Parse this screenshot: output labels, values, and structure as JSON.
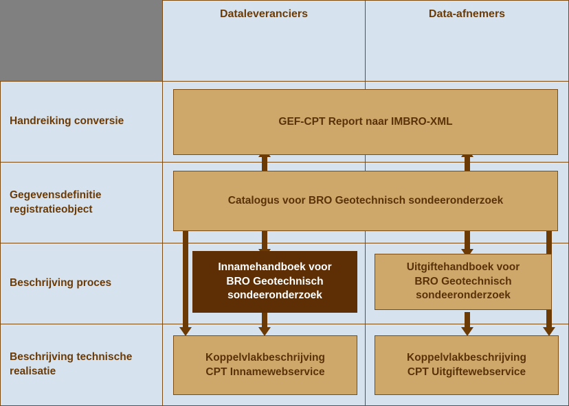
{
  "diagram": {
    "title": "BRO Geotechnisch sondeeronderzoek documentatiestructuur",
    "colors": {
      "background": "#d6e3ef",
      "box_fill": "#cea86a",
      "box_highlight_fill": "#5e2f04",
      "border": "#7a4a10",
      "text": "#5a3209",
      "text_highlight": "#ffffff",
      "corner_cell": "#808080"
    },
    "corner_cell": {
      "label": ""
    },
    "columns": [
      {
        "id": "dataleveranciers",
        "label": "Dataleveranciers"
      },
      {
        "id": "data-afnemers",
        "label": "Data-afnemers"
      }
    ],
    "rows": [
      {
        "id": "handreiking-conversie",
        "label": "Handreiking conversie"
      },
      {
        "id": "gegevensdefinitie-registratieobject",
        "label": "Gegevensdefinitie registratieobject"
      },
      {
        "id": "beschrijving-proces",
        "label": "Beschrijving proces"
      },
      {
        "id": "beschrijving-technische-realisatie",
        "label": "Beschrijving technische realisatie"
      }
    ],
    "boxes": [
      {
        "id": "gef-cpt-report",
        "row": "handreiking-conversie",
        "span": "both",
        "highlight": false,
        "lines": [
          "GEF-CPT Report naar IMBRO-XML"
        ]
      },
      {
        "id": "catalogus",
        "row": "gegevensdefinitie-registratieobject",
        "span": "both",
        "highlight": false,
        "lines": [
          "Catalogus voor BRO Geotechnisch sondeeronderzoek"
        ]
      },
      {
        "id": "innamehandboek",
        "row": "beschrijving-proces",
        "span": "dataleveranciers",
        "highlight": true,
        "lines": [
          "Innamehandboek voor",
          "BRO Geotechnisch",
          "sondeeronderzoek"
        ]
      },
      {
        "id": "uitgiftehandboek",
        "row": "beschrijving-proces",
        "span": "data-afnemers",
        "highlight": false,
        "lines": [
          "Uitgiftehandboek voor",
          "BRO Geotechnisch",
          "sondeeronderzoek"
        ]
      },
      {
        "id": "koppelvlak-inname",
        "row": "beschrijving-technische-realisatie",
        "span": "dataleveranciers",
        "highlight": false,
        "lines": [
          "Koppelvlakbeschrijving",
          "CPT Innamewebservice"
        ]
      },
      {
        "id": "koppelvlak-uitgifte",
        "row": "beschrijving-technische-realisatie",
        "span": "data-afnemers",
        "highlight": false,
        "lines": [
          "Koppelvlakbeschrijving",
          "CPT Uitgiftewebservice"
        ]
      }
    ],
    "connectors": [
      {
        "id": "catalogus-to-gef-left",
        "from": "catalogus",
        "to": "gef-cpt-report",
        "direction": "up"
      },
      {
        "id": "catalogus-to-gef-right",
        "from": "catalogus",
        "to": "gef-cpt-report",
        "direction": "up"
      },
      {
        "id": "catalogus-to-innamehandboek",
        "from": "catalogus",
        "to": "innamehandboek",
        "direction": "down"
      },
      {
        "id": "catalogus-to-uitgiftehandboek",
        "from": "catalogus",
        "to": "uitgiftehandboek",
        "direction": "down"
      },
      {
        "id": "catalogus-to-koppelvlak-inname",
        "from": "catalogus",
        "to": "koppelvlak-inname",
        "direction": "down"
      },
      {
        "id": "catalogus-to-koppelvlak-uitgifte",
        "from": "catalogus",
        "to": "koppelvlak-uitgifte",
        "direction": "down"
      },
      {
        "id": "innamehandboek-to-koppelvlak-inname",
        "from": "innamehandboek",
        "to": "koppelvlak-inname",
        "direction": "down"
      },
      {
        "id": "uitgiftehandboek-to-koppelvlak-uitgifte",
        "from": "uitgiftehandboek",
        "to": "koppelvlak-uitgifte",
        "direction": "down"
      }
    ]
  }
}
